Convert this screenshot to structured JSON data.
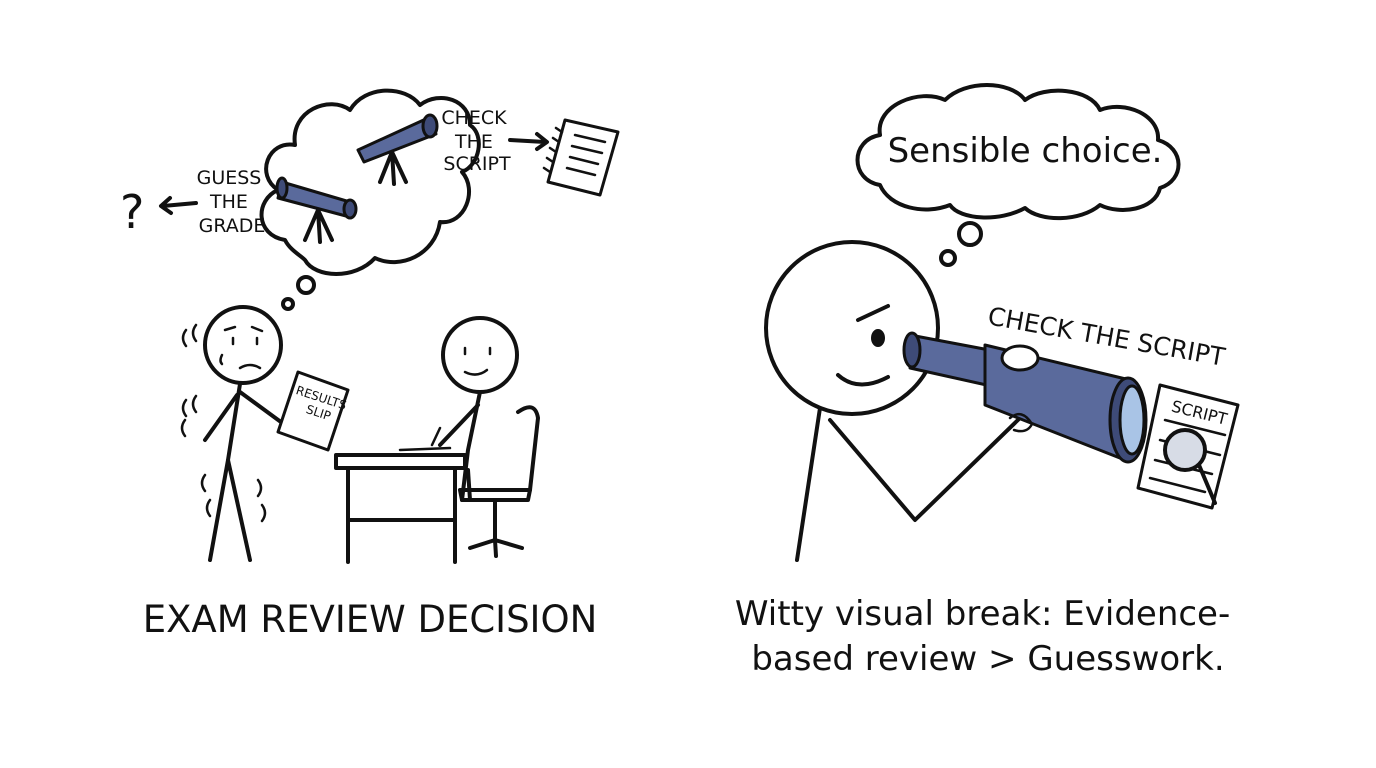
{
  "left_panel": {
    "caption": "EXAM REVIEW DECISION",
    "option_guess": [
      "GUESS",
      "THE",
      "GRADE"
    ],
    "option_check": [
      "CHECK",
      "THE",
      "SCRIPT"
    ],
    "question_mark": "?",
    "paper_label": [
      "RESULTS",
      "SLIP"
    ]
  },
  "right_panel": {
    "thought": "Sensible choice.",
    "scope_label": "CHECK THE SCRIPT",
    "paper_label": "SCRIPT",
    "caption_line1": "Witty visual break: Evidence-",
    "caption_line2": "based review > Guesswork."
  },
  "colors": {
    "ink": "#111111",
    "telescope": "#5a6a9c",
    "lens": "#a9c4e6",
    "background": "#ffffff"
  }
}
